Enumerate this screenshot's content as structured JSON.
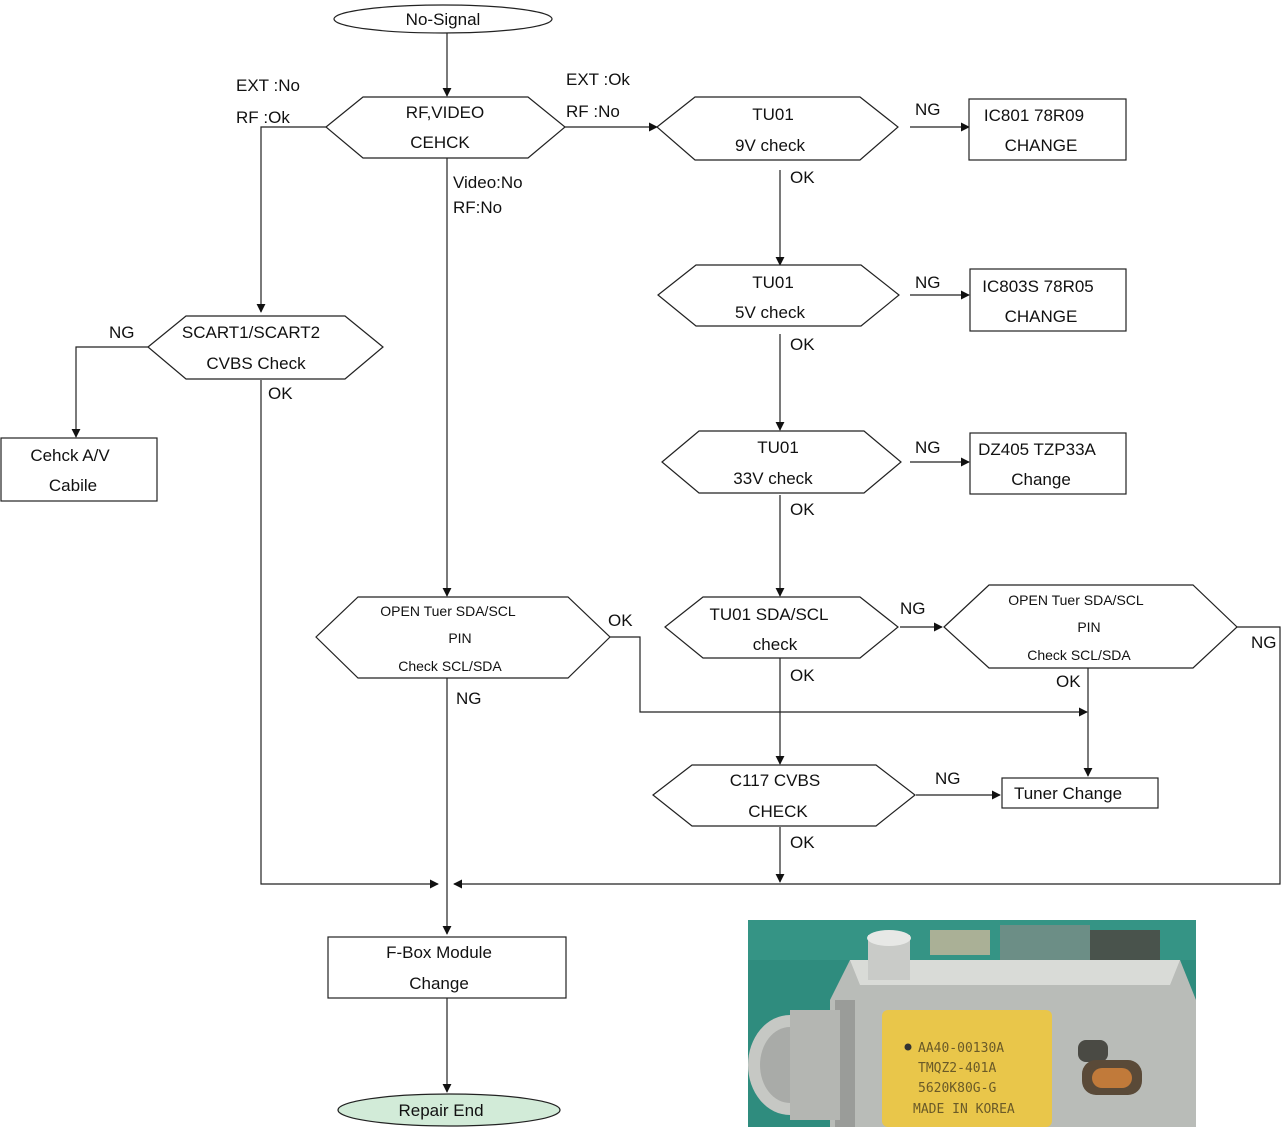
{
  "start": "No-Signal",
  "end": "Repair  End",
  "nodes": {
    "rf_video": [
      "RF,VIDEO",
      "CEHCK"
    ],
    "tu01_9v": [
      "TU01",
      "9V  check"
    ],
    "ic801": [
      "IC801  78R09",
      "CHANGE"
    ],
    "tu01_5v": [
      "TU01",
      "5V  check"
    ],
    "ic803": [
      "IC803S  78R05",
      "CHANGE"
    ],
    "tu01_33v": [
      "TU01",
      "33V  check"
    ],
    "dz405": [
      "DZ405  TZP33A",
      "Change"
    ],
    "scart": [
      "SCART1/SCART2",
      "CVBS  Check"
    ],
    "cable": [
      "Cehck  A/V",
      "Cabile"
    ],
    "open_left": [
      "OPEN    Tuer  SDA/SCL",
      "PIN",
      "Check  SCL/SDA"
    ],
    "tu01_sda": [
      "TU01  SDA/SCL",
      "check"
    ],
    "open_right": [
      "OPEN    Tuer  SDA/SCL",
      "PIN",
      "Check  SCL/SDA"
    ],
    "c117": [
      "C117  CVBS",
      "CHECK"
    ],
    "tuner_change": [
      "Tuner  Change"
    ],
    "fbox": [
      "F-Box  Module",
      "Change"
    ]
  },
  "labels": {
    "ext_no": "EXT     :No",
    "rf_ok": "RF       :Ok",
    "ext_ok": "EXT     :Ok",
    "rf_no": "RF       :No",
    "video_no": "Video:No",
    "rf_no2": "RF:No",
    "ng": "NG",
    "ok": "OK"
  },
  "photo": {
    "sticker_lines": [
      "AA40-00130A",
      "TMQZ2-401A",
      "5620K80G-G",
      "MADE  IN  KOREA"
    ],
    "colors": {
      "board": "#2f8c7e",
      "metal": "#b9bcb8",
      "sticker": "#e9c64a"
    }
  }
}
